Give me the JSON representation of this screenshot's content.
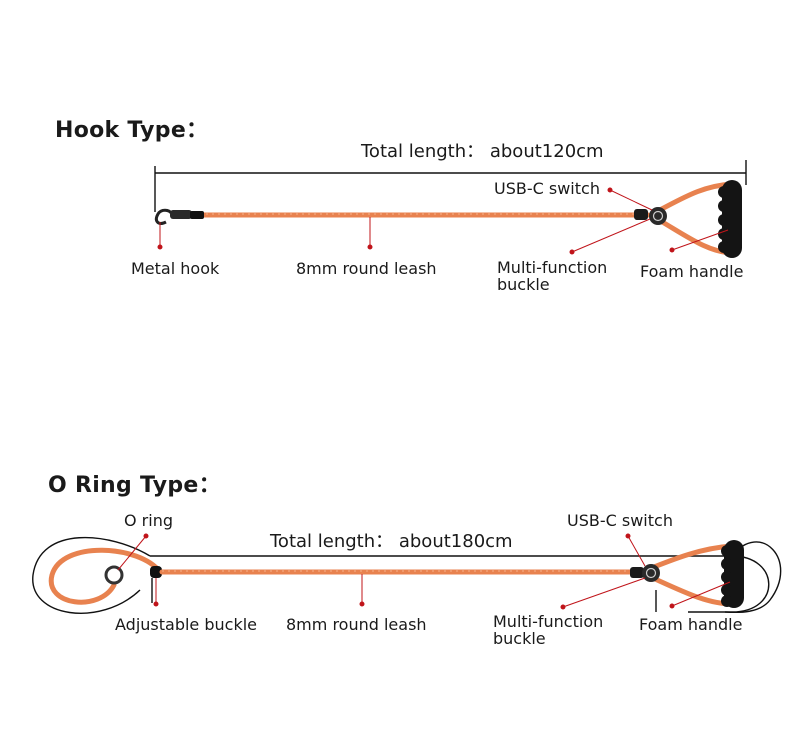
{
  "colors": {
    "leash": "#e8824f",
    "leash_dark": "#c95f30",
    "handle": "#141414",
    "pointer": "#c0141a",
    "line": "#111111"
  },
  "hook_type": {
    "title": "Hook  Type：",
    "total_length": "Total length：  about120cm",
    "labels": {
      "metal_hook": "Metal hook",
      "round_leash": "8mm round leash",
      "usb_switch": "USB-C switch",
      "multi_buckle": "Multi-function buckle",
      "foam_handle": "Foam handle"
    }
  },
  "o_ring_type": {
    "title": "O Ring Type：",
    "total_length": "Total length：  about180cm",
    "labels": {
      "o_ring": "O ring",
      "adjustable_buckle": "Adjustable buckle",
      "round_leash": "8mm round leash",
      "usb_switch": "USB-C switch",
      "multi_buckle": "Multi-function buckle",
      "foam_handle": "Foam handle"
    }
  }
}
